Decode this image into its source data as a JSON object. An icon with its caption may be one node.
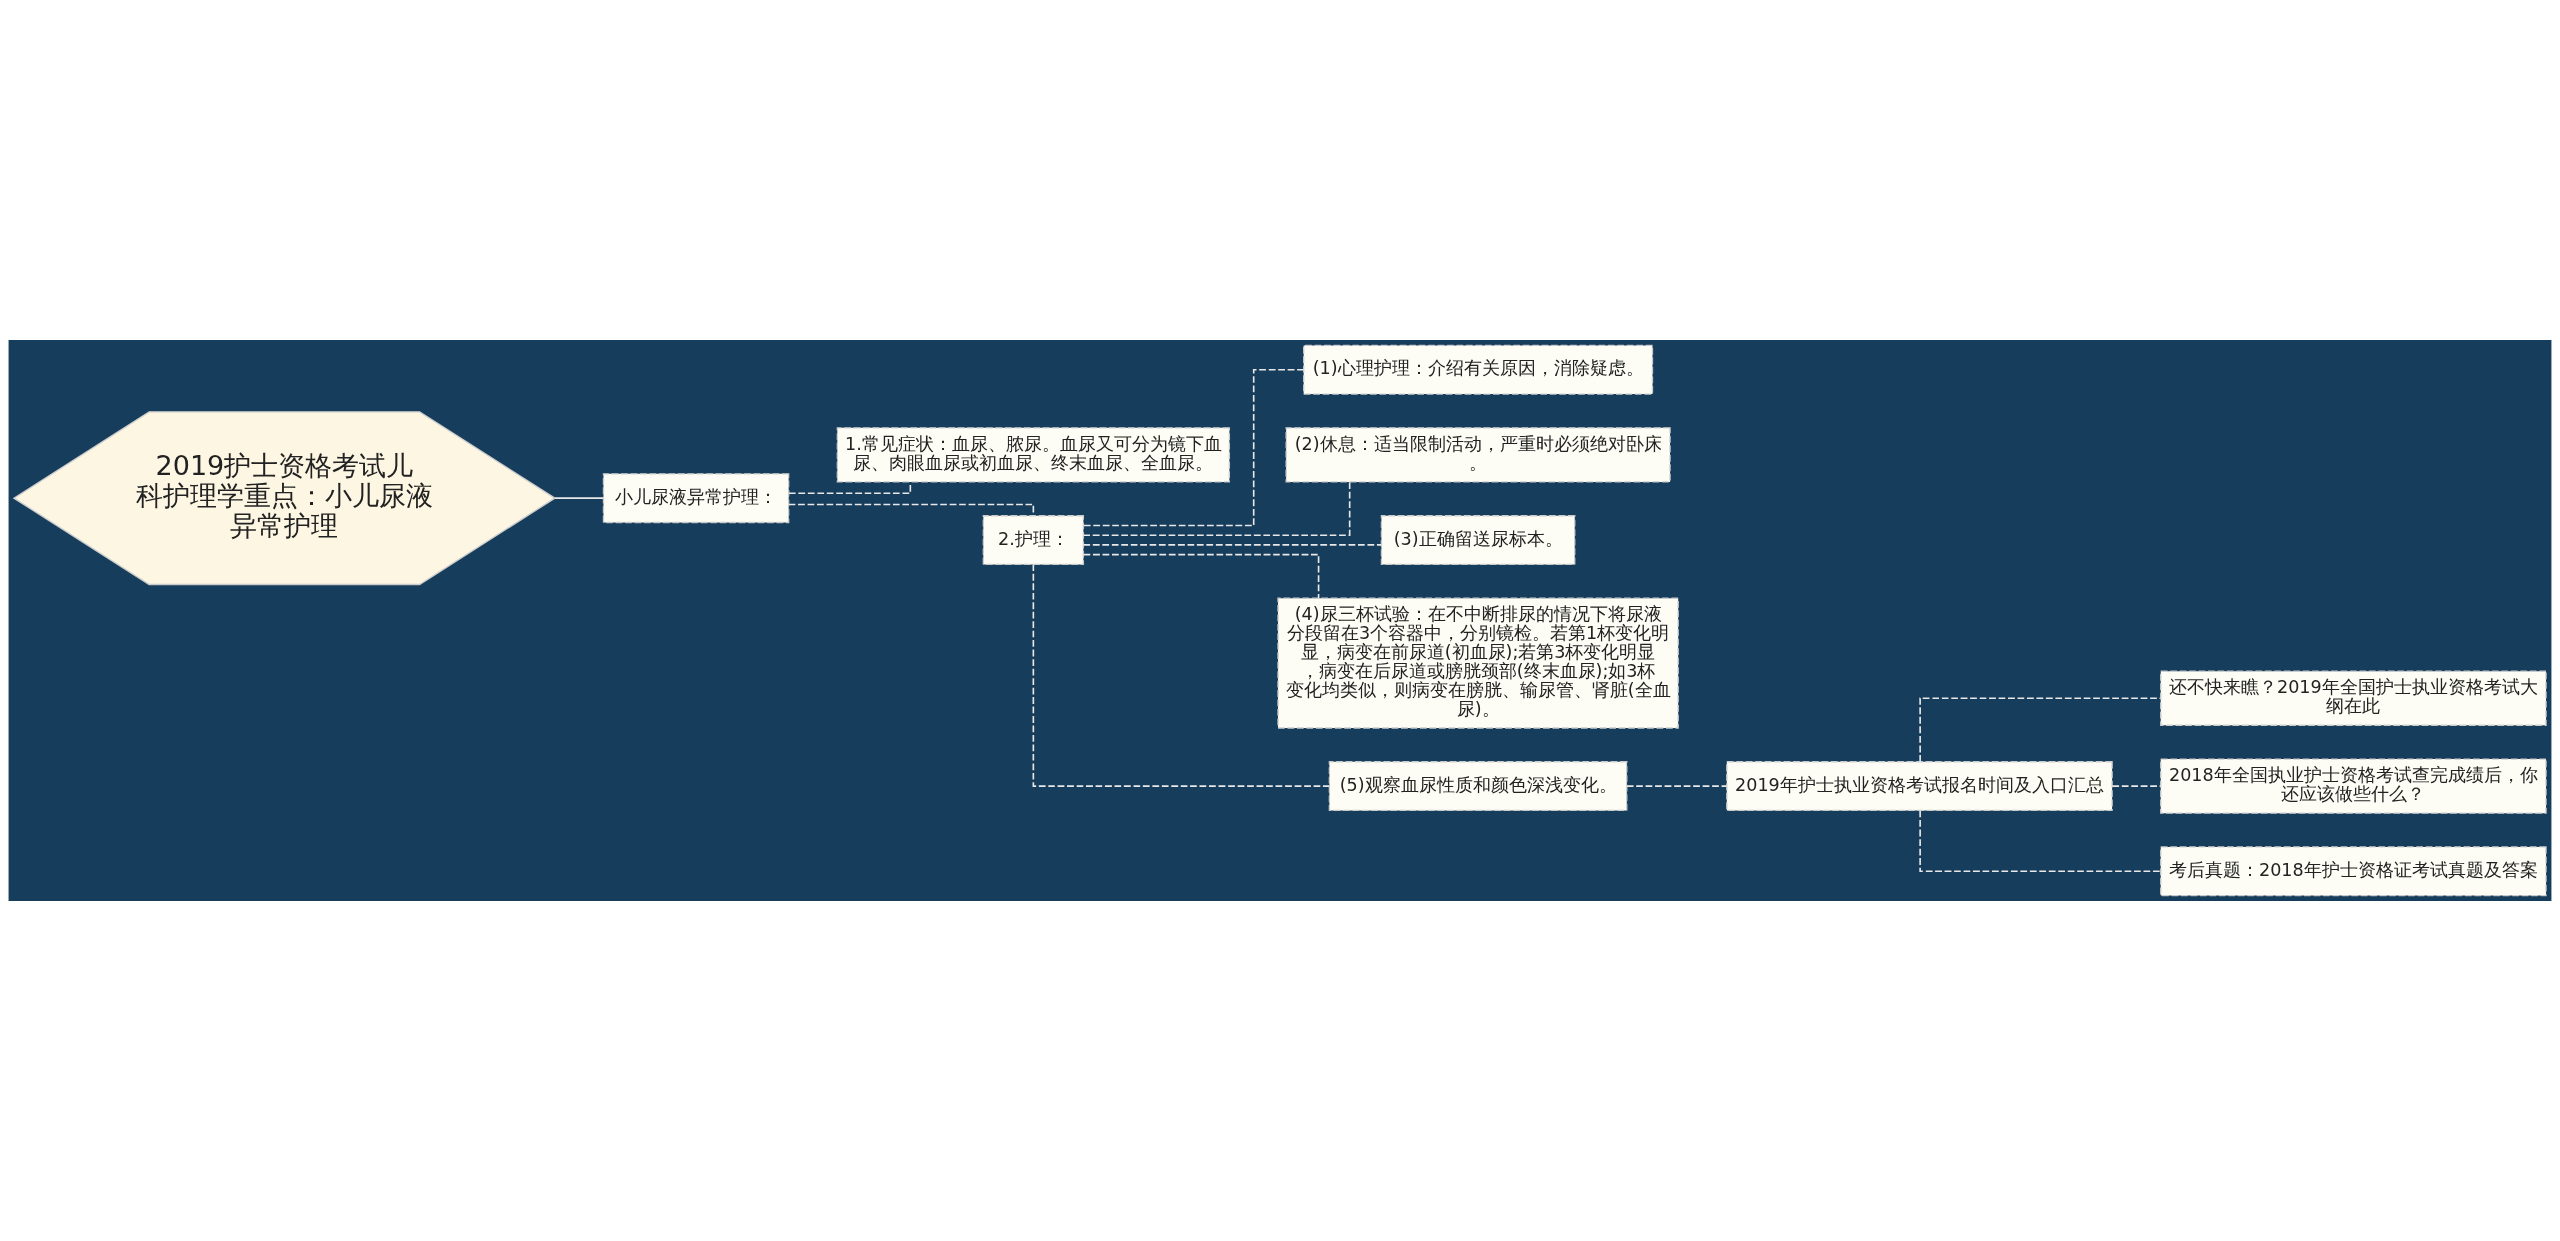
{
  "diagram": {
    "nodes": [
      {
        "text": [
          "2019护士资格考试儿科护理学重点：小儿尿液异常护理"
        ]
      },
      {
        "text": [
          "小儿尿液异常护理："
        ]
      },
      {
        "text": [
          "1.常见症状：血尿、脓尿。血尿又可分为镜下血尿、肉眼血尿或初血尿、终末血尿、全血尿。"
        ]
      },
      {
        "text": [
          "2.护理："
        ]
      },
      {
        "text": [
          "(1)心理护理：介绍有关原因，消除疑虑。"
        ]
      },
      {
        "text": [
          "(2)休息：适当限制活动，严重时必须绝对卧床。"
        ]
      },
      {
        "text": [
          "(3)正确留送尿标本。"
        ]
      },
      {
        "text": [
          "(4)尿三杯试验：在不中断排尿的情况下将尿液分段留在3个容器中，分别镜检。若第1杯变化明显，病变在前尿道(初血尿);若第3杯变化明显，病变在后尿道或膀胱颈部(终末血尿);如3杯变化均类似，则病变在膀胱、输尿管、肾脏(全血尿)。"
        ]
      },
      {
        "text": [
          "(5)观察血尿性质和颜色深浅变化。"
        ]
      },
      {
        "text": [
          "2019年护士执业资格考试报名时间及入口汇总"
        ]
      },
      {
        "text": [
          "还不快来瞧？2019年全国护士执业资格考试大纲在此"
        ]
      },
      {
        "text": [
          "2018年全国执业护士资格考试查完成绩后，你还应该做些什么？"
        ]
      },
      {
        "text": [
          "考后真题：2018年护士资格证考试真题及答案"
        ]
      }
    ],
    "edges": [
      {
        "from": 0,
        "to": 1,
        "arrow": "none"
      },
      {
        "from": 1,
        "to": 2,
        "arrow": "none",
        "style": "dashed"
      },
      {
        "from": 1,
        "to": 3,
        "arrow": "none",
        "style": "dashed"
      },
      {
        "from": 3,
        "to": 4,
        "arrow": "none",
        "style": "dashed"
      },
      {
        "from": 3,
        "to": 5,
        "arrow": "none",
        "style": "dashed"
      },
      {
        "from": 3,
        "to": 6,
        "arrow": "none",
        "style": "dashed"
      },
      {
        "from": 3,
        "to": 7,
        "arrow": "none",
        "style": "dashed"
      },
      {
        "from": 3,
        "to": 8,
        "arrow": "none",
        "style": "dashed"
      },
      {
        "from": 8,
        "to": 9,
        "arrow": "none",
        "style": "dashed"
      },
      {
        "from": 9,
        "to": 10,
        "arrow": "none",
        "style": "dashed"
      },
      {
        "from": 9,
        "to": 11,
        "arrow": "none",
        "style": "dashed"
      },
      {
        "from": 9,
        "to": 12,
        "arrow": "none",
        "style": "dashed"
      }
    ]
  }
}
